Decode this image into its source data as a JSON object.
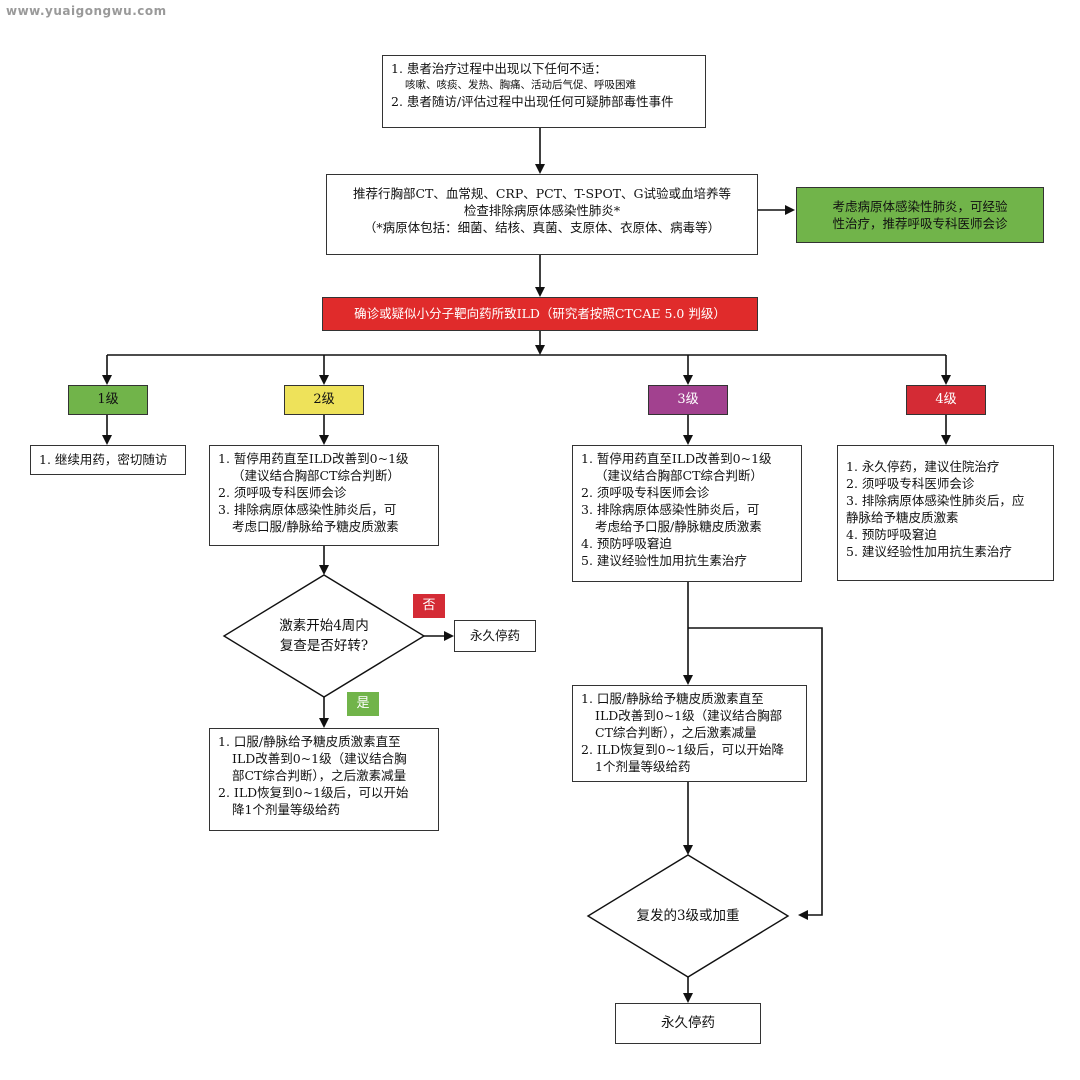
{
  "watermark": "www.yuaigongwu.com",
  "top_box": {
    "line1": "1. 患者治疗过程中出现以下任何不适：",
    "line2": "咳嗽、咳痰、发热、胸痛、活动后气促、呼吸困难",
    "line3": "2. 患者随访/评估过程中出现任何可疑肺部毒性事件"
  },
  "exam_box": {
    "line1": "推荐行胸部CT、血常规、CRP、PCT、T-SPOT、G试验或血培养等",
    "line2": "检查排除病原体感染性肺炎*",
    "line3": "（*病原体包括：细菌、结核、真菌、支原体、衣原体、病毒等）"
  },
  "infection_box": {
    "line1": "考虑病原体感染性肺炎，可经验",
    "line2": "性治疗，推荐呼吸专科医师会诊"
  },
  "ild_box": "确诊或疑似小分子靶向药所致ILD（研究者按照CTCAE 5.0 判级）",
  "grades": [
    "1级",
    "2级",
    "3级",
    "4级"
  ],
  "grade1_box": "1. 继续用药，密切随访",
  "grade2_box": {
    "line1": "1. 暂停用药直至ILD改善到0~1级",
    "line2": "（建议结合胸部CT综合判断）",
    "line3": "2. 须呼吸专科医师会诊",
    "line4": "3. 排除病原体感染性肺炎后，可",
    "line5": "考虑口服/静脉给予糖皮质激素"
  },
  "grade2_decision": {
    "line1": "激素开始4周内",
    "line2": "复查是否好转?"
  },
  "tag_no": "否",
  "tag_yes": "是",
  "grade2_stop": "永久停药",
  "grade2_yes_box": {
    "line1": "1. 口服/静脉给予糖皮质激素直至",
    "line2": "ILD改善到0~1级（建议结合胸",
    "line3": "部CT综合判断），之后激素减量",
    "line4": "2. ILD恢复到0~1级后，可以开始",
    "line5": "降1个剂量等级给药"
  },
  "grade3_box": {
    "line1": "1. 暂停用药直至ILD改善到0~1级",
    "line2": "（建议结合胸部CT综合判断）",
    "line3": "2. 须呼吸专科医师会诊",
    "line4": "3. 排除病原体感染性肺炎后，可",
    "line5": "考虑给予口服/静脉糖皮质激素",
    "line6": "4. 预防呼吸窘迫",
    "line7": "5. 建议经验性加用抗生素治疗"
  },
  "grade3_next_box": {
    "line1": "1. 口服/静脉给予糖皮质激素直至",
    "line2": "ILD改善到0~1级（建议结合胸部",
    "line3": "CT综合判断），之后激素减量",
    "line4": "2. ILD恢复到0~1级后，可以开始降",
    "line5": "1个剂量等级给药"
  },
  "grade3_decision": "复发的3级或加重",
  "grade3_stop": "永久停药",
  "grade4_box": {
    "line1": "1. 永久停药，建议住院治疗",
    "line2": "2. 须呼吸专科医师会诊",
    "line3": "3. 排除病原体感染性肺炎后，应",
    "line4": "静脉给予糖皮质激素",
    "line5": "4. 预防呼吸窘迫",
    "line6": "5. 建议经验性加用抗生素治疗"
  },
  "colors": {
    "green": "#71b44a",
    "yellow": "#eee25a",
    "purple": "#a2418f",
    "red": "#d42b35",
    "ild_red": "#e02b2b"
  }
}
